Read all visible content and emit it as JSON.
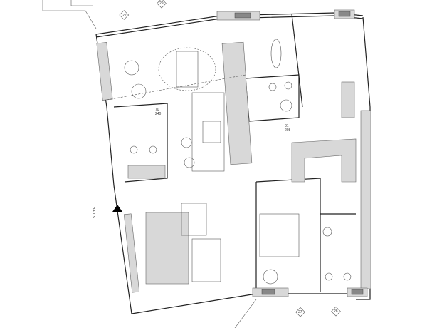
{
  "title": "Apartment floor plan",
  "section_marker": "BA 115",
  "grid_tags": [
    "22",
    "27",
    "28",
    "29"
  ],
  "dims": [
    "70",
    "240",
    "81",
    "208"
  ],
  "colors": {
    "wall": "#222222",
    "fill": "#d8d8d8",
    "window": "#888888"
  }
}
